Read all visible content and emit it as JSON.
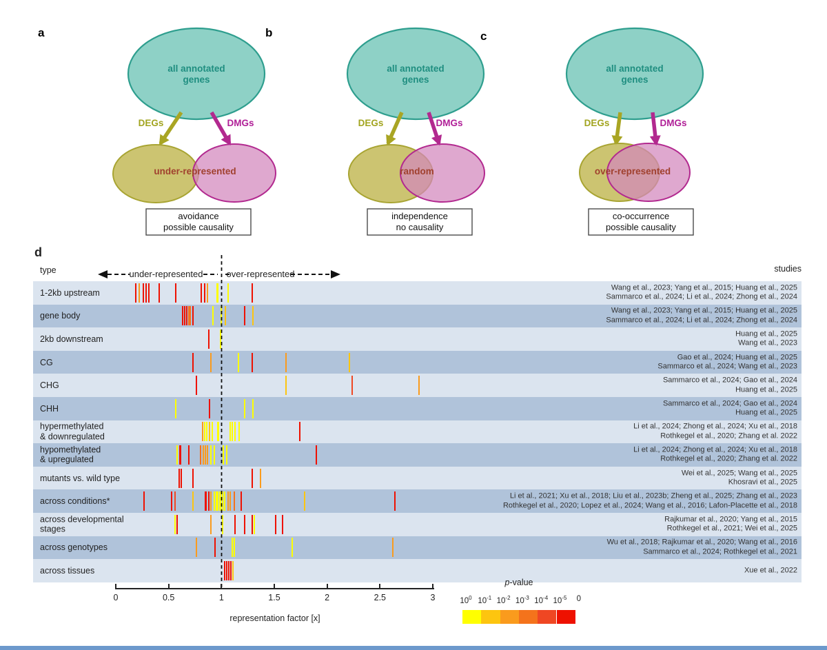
{
  "panels": [
    {
      "letter": "a",
      "ellipse_line1": "all annotated",
      "ellipse_line2": "genes",
      "deg_label": "DEGs",
      "dmg_label": "DMGs",
      "overlap_label": "under-represented",
      "box_line1": "avoidance",
      "box_line2": "possible causality"
    },
    {
      "letter": "b",
      "ellipse_line1": "all annotated",
      "ellipse_line2": "genes",
      "deg_label": "DEGs",
      "dmg_label": "DMGs",
      "overlap_label": "random",
      "box_line1": "independence",
      "box_line2": "no causality"
    },
    {
      "letter": "c",
      "ellipse_line1": "all annotated",
      "ellipse_line2": "genes",
      "deg_label": "DEGs",
      "dmg_label": "DMGs",
      "overlap_label": "over-represented",
      "box_line1": "co-occurrence",
      "box_line2": "possible causality"
    }
  ],
  "chart_data": {
    "type": "strip-plot",
    "panel_letter": "d",
    "header": {
      "left": "type",
      "right": "studies",
      "under_label": "under-represented",
      "over_label": "over-represented"
    },
    "axis": {
      "title": "representation factor [x]",
      "tick_values": [
        0,
        0.5,
        1,
        1.5,
        2,
        2.5,
        3
      ],
      "tick_labels": [
        "0",
        "0.5",
        "1",
        "1.5",
        "2",
        "2.5",
        "3"
      ],
      "xlim": [
        0,
        3
      ],
      "reference_line_x": 1
    },
    "pvalue_legend": {
      "title_italic": "p",
      "title_rest": "-value",
      "tick_labels": [
        "10^0",
        "10^-1",
        "10^-2",
        "10^-3",
        "10^-4",
        "10^-5",
        "0"
      ],
      "colors": [
        "#ffff00",
        "#fdc50f",
        "#fa9b1d",
        "#f4731c",
        "#ef4723",
        "#ee1100"
      ]
    },
    "rows": [
      {
        "label": [
          "1-2kb upstream"
        ],
        "studies": [
          "Wang et al., 2023; Yang et al., 2015; Huang et al., 2025",
          "Sammarco et al., 2024; Li et al., 2024; Zhong et al., 2024"
        ],
        "ticks": [
          [
            0.19,
            5
          ],
          [
            0.22,
            2
          ],
          [
            0.26,
            5
          ],
          [
            0.29,
            5
          ],
          [
            0.31,
            5
          ],
          [
            0.41,
            5
          ],
          [
            0.57,
            5
          ],
          [
            0.81,
            5
          ],
          [
            0.84,
            5
          ],
          [
            0.87,
            2
          ],
          [
            0.96,
            0,
            3
          ],
          [
            1.06,
            0
          ],
          [
            1.29,
            5
          ]
        ]
      },
      {
        "label": [
          "gene body"
        ],
        "studies": [
          "Wang et al., 2023; Yang et al., 2015; Huang et al., 2025",
          "Sammarco et al., 2024; Li et al., 2024; Zhong et al., 2024"
        ],
        "ticks": [
          [
            0.63,
            5
          ],
          [
            0.65,
            5
          ],
          [
            0.67,
            5
          ],
          [
            0.7,
            3,
            4
          ],
          [
            0.73,
            5
          ],
          [
            0.92,
            0
          ],
          [
            1.0,
            0
          ],
          [
            1.04,
            1
          ],
          [
            1.22,
            5
          ],
          [
            1.3,
            1
          ]
        ]
      },
      {
        "label": [
          "2kb downstream"
        ],
        "studies": [
          "Huang et al., 2025",
          "Wang et al., 2023"
        ],
        "ticks": [
          [
            0.88,
            5
          ],
          [
            0.99,
            0
          ]
        ]
      },
      {
        "label": [
          "CG"
        ],
        "studies": [
          "Gao et al., 2024; Huang et al., 2025",
          "Sammarco et al., 2024; Wang et al., 2023"
        ],
        "ticks": [
          [
            0.73,
            5
          ],
          [
            0.9,
            2
          ],
          [
            1.16,
            0
          ],
          [
            1.29,
            5
          ],
          [
            1.61,
            2
          ],
          [
            2.21,
            1
          ]
        ]
      },
      {
        "label": [
          "CHG"
        ],
        "studies": [
          "Sammarco et al., 2024; Gao et al., 2024",
          "Huang et al., 2025"
        ],
        "ticks": [
          [
            0.76,
            5
          ],
          [
            1.61,
            1
          ],
          [
            2.24,
            4
          ],
          [
            2.87,
            2
          ]
        ]
      },
      {
        "label": [
          "CHH"
        ],
        "studies": [
          "Sammarco et al., 2024; Gao et al., 2024",
          "Huang et al., 2025"
        ],
        "ticks": [
          [
            0.57,
            0
          ],
          [
            0.89,
            5
          ],
          [
            1.22,
            0
          ],
          [
            1.3,
            0
          ]
        ]
      },
      {
        "label": [
          "hypermethylated",
          "& downregulated"
        ],
        "studies": [
          "Li et al., 2024; Zhong et al., 2024; Xu et al., 2018",
          "Rothkegel et al., 2020; Zhang et al. 2022"
        ],
        "ticks": [
          [
            0.82,
            2
          ],
          [
            0.84,
            0
          ],
          [
            0.86,
            0
          ],
          [
            0.89,
            1
          ],
          [
            0.91,
            0
          ],
          [
            0.97,
            0,
            3
          ],
          [
            1.08,
            0
          ],
          [
            1.1,
            0
          ],
          [
            1.13,
            0
          ],
          [
            1.17,
            0
          ],
          [
            1.74,
            5
          ]
        ]
      },
      {
        "label": [
          "hypomethylated",
          "& upregulated"
        ],
        "studies": [
          "Li et al., 2024; Zhong et al., 2024; Xu et al., 2018",
          "Rothkegel et al., 2020; Zhang et al. 2022"
        ],
        "ticks": [
          [
            0.58,
            0
          ],
          [
            0.61,
            5,
            3
          ],
          [
            0.69,
            5
          ],
          [
            0.8,
            3
          ],
          [
            0.83,
            2
          ],
          [
            0.85,
            2
          ],
          [
            0.87,
            2
          ],
          [
            0.9,
            0
          ],
          [
            0.93,
            0
          ],
          [
            1.02,
            0
          ],
          [
            1.05,
            0
          ],
          [
            1.9,
            5
          ]
        ]
      },
      {
        "label": [
          "mutants vs. wild type"
        ],
        "studies": [
          "Wei et al., 2025; Wang et al., 2025",
          "Khosravi et al., 2025"
        ],
        "ticks": [
          [
            0.6,
            5
          ],
          [
            0.62,
            5
          ],
          [
            0.73,
            5
          ],
          [
            1.29,
            5
          ],
          [
            1.37,
            2
          ]
        ]
      },
      {
        "label": [
          "across conditions*"
        ],
        "studies": [
          "Li et al., 2021; Xu et al., 2018; Liu et al., 2023b; Zheng et al., 2025; Zhang et al., 2023",
          "Rothkegel et al., 2020; Lopez et al., 2024; Wang et al., 2016; Lafon-Placette et al., 2018"
        ],
        "ticks": [
          [
            0.27,
            5
          ],
          [
            0.53,
            5
          ],
          [
            0.56,
            4
          ],
          [
            0.73,
            1
          ],
          [
            0.85,
            5,
            3
          ],
          [
            0.88,
            5
          ],
          [
            0.9,
            2
          ],
          [
            0.93,
            0
          ],
          [
            0.96,
            0,
            4
          ],
          [
            0.99,
            0,
            3
          ],
          [
            1.01,
            0
          ],
          [
            1.03,
            0
          ],
          [
            1.06,
            2
          ],
          [
            1.08,
            2
          ],
          [
            1.12,
            3
          ],
          [
            1.19,
            5
          ],
          [
            1.79,
            1
          ],
          [
            2.64,
            5
          ]
        ]
      },
      {
        "label": [
          "across developmental",
          "stages"
        ],
        "studies": [
          "Rajkumar et al., 2020; Yang et al., 2015",
          "Rothkegel et al., 2021; Wei et al., 2025"
        ],
        "ticks": [
          [
            0.56,
            0
          ],
          [
            0.58,
            5
          ],
          [
            0.9,
            2
          ],
          [
            1.01,
            0
          ],
          [
            1.13,
            5
          ],
          [
            1.22,
            5
          ],
          [
            1.29,
            5
          ],
          [
            1.31,
            0
          ],
          [
            1.51,
            5
          ],
          [
            1.58,
            5
          ]
        ]
      },
      {
        "label": [
          "across genotypes"
        ],
        "studies": [
          "Wu et al., 2018; Rajkumar et al., 2020; Wang et al., 2016",
          "Sammarco et al., 2024; Rothkegel et al., 2021"
        ],
        "ticks": [
          [
            0.76,
            2
          ],
          [
            0.94,
            5
          ],
          [
            1.1,
            0
          ],
          [
            1.12,
            0
          ],
          [
            1.67,
            0
          ],
          [
            2.62,
            2
          ]
        ]
      },
      {
        "label": [
          "across tissues"
        ],
        "studies": [
          "Xue et al., 2022"
        ],
        "ticks": [
          [
            1.03,
            5
          ],
          [
            1.05,
            5
          ],
          [
            1.07,
            5
          ],
          [
            1.09,
            5
          ],
          [
            1.11,
            1
          ]
        ]
      }
    ]
  }
}
